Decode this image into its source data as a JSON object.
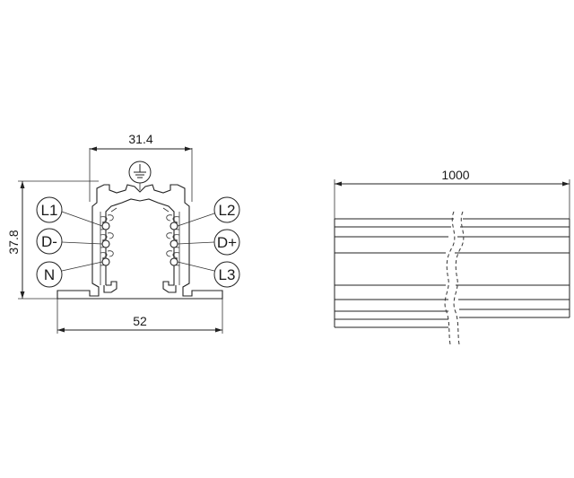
{
  "dimensions": {
    "top_width": "31.4",
    "height": "37.8",
    "bottom_width": "52",
    "length": "1000"
  },
  "callouts": {
    "L1": "L1",
    "D_minus": "D-",
    "N": "N",
    "L2": "L2",
    "D_plus": "D+",
    "L3": "L3"
  },
  "icons": {
    "ground": "ground-symbol-icon"
  }
}
